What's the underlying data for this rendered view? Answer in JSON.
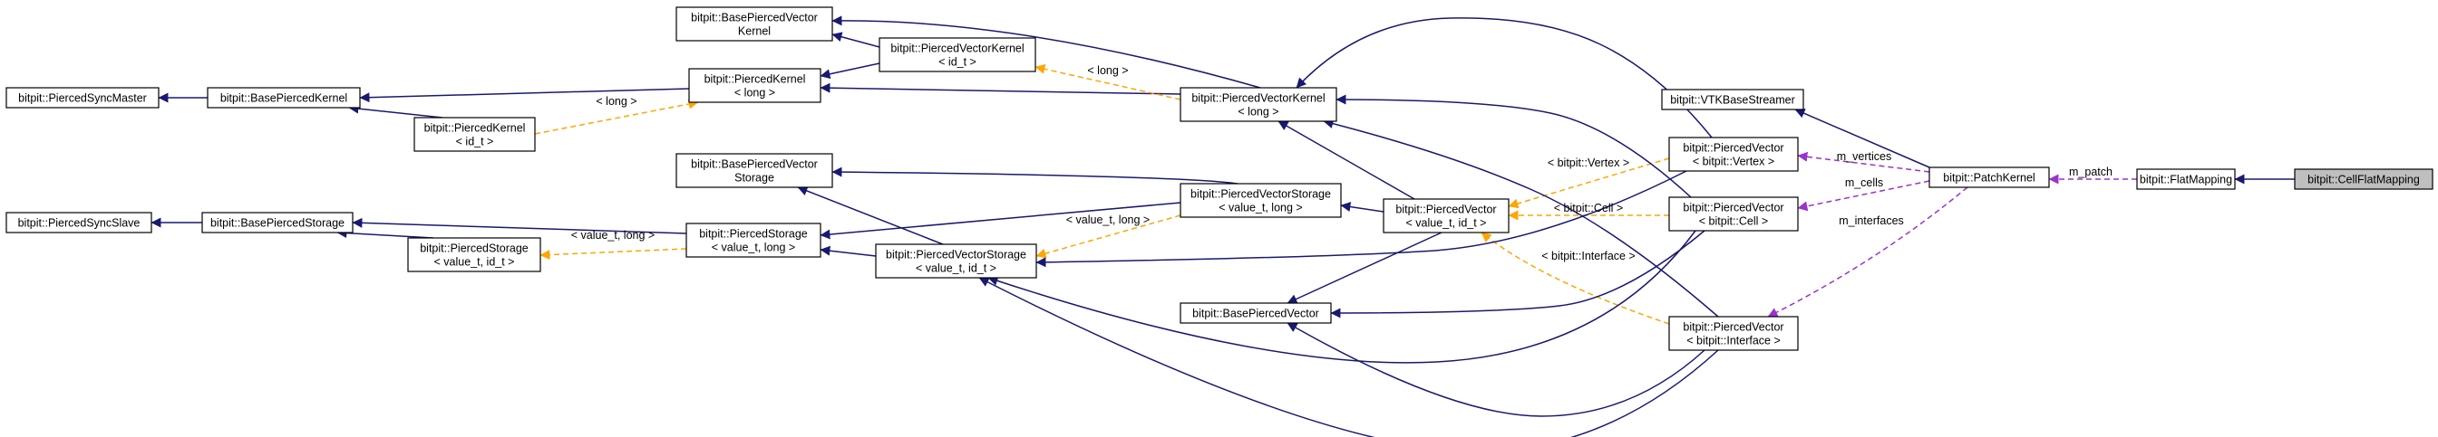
{
  "colors": {
    "inherit": "#191970",
    "template": "#ffa500",
    "member": "#9a32cd",
    "node_fill": "#ffffff",
    "highlight_fill": "#bfbfbf"
  },
  "nodes": [
    {
      "id": "PiercedSyncMaster",
      "lines": [
        "bitpit::PiercedSyncMaster"
      ]
    },
    {
      "id": "BasePiercedKernel",
      "lines": [
        "bitpit::BasePiercedKernel"
      ]
    },
    {
      "id": "PiercedKernel_id",
      "lines": [
        "bitpit::PiercedKernel",
        "< id_t >"
      ]
    },
    {
      "id": "BasePiercedVectorKernel",
      "lines": [
        "bitpit::BasePiercedVector",
        "Kernel"
      ]
    },
    {
      "id": "PiercedKernel_long",
      "lines": [
        "bitpit::PiercedKernel",
        "< long >"
      ]
    },
    {
      "id": "PiercedVectorKernel_id",
      "lines": [
        "bitpit::PiercedVectorKernel",
        "< id_t >"
      ]
    },
    {
      "id": "PiercedVectorKernel_long",
      "lines": [
        "bitpit::PiercedVectorKernel",
        "< long >"
      ]
    },
    {
      "id": "PiercedSyncSlave",
      "lines": [
        "bitpit::PiercedSyncSlave"
      ]
    },
    {
      "id": "BasePiercedStorage",
      "lines": [
        "bitpit::BasePiercedStorage"
      ]
    },
    {
      "id": "PiercedStorage_id",
      "lines": [
        "bitpit::PiercedStorage",
        "< value_t, id_t >"
      ]
    },
    {
      "id": "BasePiercedVectorStorage",
      "lines": [
        "bitpit::BasePiercedVector",
        "Storage"
      ]
    },
    {
      "id": "PiercedStorage_long",
      "lines": [
        "bitpit::PiercedStorage",
        "< value_t, long >"
      ]
    },
    {
      "id": "PiercedVectorStorage_long",
      "lines": [
        "bitpit::PiercedVectorStorage",
        "< value_t, long >"
      ]
    },
    {
      "id": "PiercedVectorStorage_id",
      "lines": [
        "bitpit::PiercedVectorStorage",
        "< value_t, id_t >"
      ]
    },
    {
      "id": "BasePiercedVector",
      "lines": [
        "bitpit::BasePiercedVector"
      ]
    },
    {
      "id": "PiercedVector",
      "lines": [
        "bitpit::PiercedVector",
        "< value_t, id_t >"
      ]
    },
    {
      "id": "PV_Vertex",
      "lines": [
        "bitpit::PiercedVector",
        "< bitpit::Vertex >"
      ]
    },
    {
      "id": "PV_Cell",
      "lines": [
        "bitpit::PiercedVector",
        "< bitpit::Cell >"
      ]
    },
    {
      "id": "PV_Interface",
      "lines": [
        "bitpit::PiercedVector",
        "< bitpit::Interface >"
      ]
    },
    {
      "id": "VTKBaseStreamer",
      "lines": [
        "bitpit::VTKBaseStreamer"
      ]
    },
    {
      "id": "PatchKernel",
      "lines": [
        "bitpit::PatchKernel"
      ]
    },
    {
      "id": "FlatMapping",
      "lines": [
        "bitpit::FlatMapping"
      ]
    },
    {
      "id": "CellFlatMapping",
      "lines": [
        "bitpit::CellFlatMapping"
      ],
      "highlight": true
    }
  ],
  "edges": [
    {
      "from": "PiercedSyncMaster",
      "to": "BasePiercedKernel",
      "kind": "inherit"
    },
    {
      "from": "BasePiercedKernel",
      "to": "PiercedKernel_long",
      "kind": "inherit"
    },
    {
      "from": "BasePiercedKernel",
      "to": "PiercedKernel_id",
      "kind": "inherit"
    },
    {
      "from": "PiercedKernel_long",
      "to": "PiercedKernel_id",
      "kind": "template",
      "label": "< long >"
    },
    {
      "from": "BasePiercedVectorKernel",
      "to": "PiercedVectorKernel_id",
      "kind": "inherit"
    },
    {
      "from": "BasePiercedVectorKernel",
      "to": "PiercedVectorKernel_long",
      "kind": "inherit"
    },
    {
      "from": "PiercedKernel_long",
      "to": "PiercedVectorKernel_id",
      "kind": "inherit"
    },
    {
      "from": "PiercedKernel_long",
      "to": "PiercedVectorKernel_long",
      "kind": "inherit"
    },
    {
      "from": "PiercedVectorKernel_id",
      "to": "PiercedVectorKernel_long",
      "kind": "template",
      "label": "< long >"
    },
    {
      "from": "PiercedSyncSlave",
      "to": "BasePiercedStorage",
      "kind": "inherit"
    },
    {
      "from": "BasePiercedStorage",
      "to": "PiercedStorage_long",
      "kind": "inherit"
    },
    {
      "from": "BasePiercedStorage",
      "to": "PiercedStorage_id",
      "kind": "inherit"
    },
    {
      "from": "PiercedStorage_id",
      "to": "PiercedStorage_long",
      "kind": "template",
      "label": "< value_t, long >"
    },
    {
      "from": "BasePiercedVectorStorage",
      "to": "PiercedVectorStorage_long",
      "kind": "inherit"
    },
    {
      "from": "BasePiercedVectorStorage",
      "to": "PiercedVectorStorage_id",
      "kind": "inherit"
    },
    {
      "from": "PiercedStorage_long",
      "to": "PiercedVectorStorage_long",
      "kind": "inherit"
    },
    {
      "from": "PiercedStorage_long",
      "to": "PiercedVectorStorage_id",
      "kind": "inherit"
    },
    {
      "from": "PiercedVectorStorage_id",
      "to": "PiercedVectorStorage_long",
      "kind": "template",
      "label": "< value_t, long >"
    },
    {
      "from": "PiercedVectorKernel_long",
      "to": "PiercedVector",
      "kind": "inherit"
    },
    {
      "from": "PiercedVectorStorage_long",
      "to": "PiercedVector",
      "kind": "inherit"
    },
    {
      "from": "BasePiercedVector",
      "to": "PiercedVector",
      "kind": "inherit"
    },
    {
      "from": "PiercedVector",
      "to": "PV_Vertex",
      "kind": "template",
      "label": "< bitpit::Vertex >"
    },
    {
      "from": "PiercedVector",
      "to": "PV_Cell",
      "kind": "template",
      "label": "< bitpit::Cell >"
    },
    {
      "from": "PiercedVector",
      "to": "PV_Interface",
      "kind": "template",
      "label": "< bitpit::Interface >"
    },
    {
      "from": "PiercedVectorKernel_long",
      "to": "PV_Vertex",
      "kind": "inherit"
    },
    {
      "from": "PiercedVectorStorage_id",
      "to": "PV_Vertex",
      "kind": "inherit"
    },
    {
      "from": "PiercedVectorKernel_long",
      "to": "PV_Cell",
      "kind": "inherit"
    },
    {
      "from": "BasePiercedVector",
      "to": "PV_Cell",
      "kind": "inherit"
    },
    {
      "from": "PiercedVectorStorage_id",
      "to": "PV_Cell",
      "kind": "inherit"
    },
    {
      "from": "PiercedVectorKernel_long",
      "to": "PV_Interface",
      "kind": "inherit"
    },
    {
      "from": "BasePiercedVector",
      "to": "PV_Interface",
      "kind": "inherit"
    },
    {
      "from": "PiercedVectorStorage_id",
      "to": "PV_Interface",
      "kind": "inherit"
    },
    {
      "from": "VTKBaseStreamer",
      "to": "PatchKernel",
      "kind": "inherit"
    },
    {
      "from": "PV_Vertex",
      "to": "PatchKernel",
      "kind": "member",
      "label": "m_vertices"
    },
    {
      "from": "PV_Cell",
      "to": "PatchKernel",
      "kind": "member",
      "label": "m_cells"
    },
    {
      "from": "PV_Interface",
      "to": "PatchKernel",
      "kind": "member",
      "label": "m_interfaces"
    },
    {
      "from": "PatchKernel",
      "to": "FlatMapping",
      "kind": "member",
      "label": "m_patch"
    },
    {
      "from": "FlatMapping",
      "to": "CellFlatMapping",
      "kind": "inherit"
    }
  ]
}
